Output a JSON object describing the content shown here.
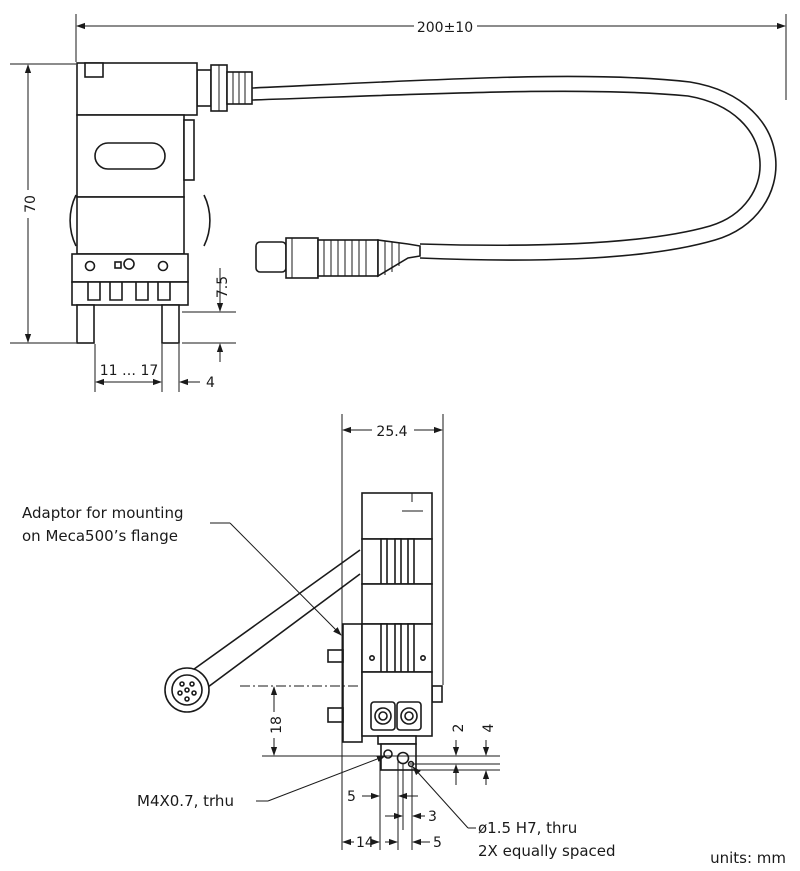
{
  "top_view": {
    "dimensions": {
      "cable_length": "200±10",
      "height": "70",
      "jaw_offset": "7.5",
      "stroke_range": "11 … 17",
      "jaw_width": "4"
    }
  },
  "side_view": {
    "dimensions": {
      "width": "25.4",
      "vertical_18": "18",
      "vertical_2": "2",
      "vertical_4": "4",
      "horizontal_5_left": "5",
      "horizontal_3": "3",
      "horizontal_14": "14",
      "horizontal_5_right": "5"
    },
    "callouts": {
      "adaptor_line1": "Adaptor for mounting",
      "adaptor_line2": "on Meca500’s flange",
      "thread": "M4X0.7, trhu",
      "pin_line1": "ø1.5 H7, thru",
      "pin_line2": "2X equally spaced"
    }
  },
  "units": "units: mm"
}
